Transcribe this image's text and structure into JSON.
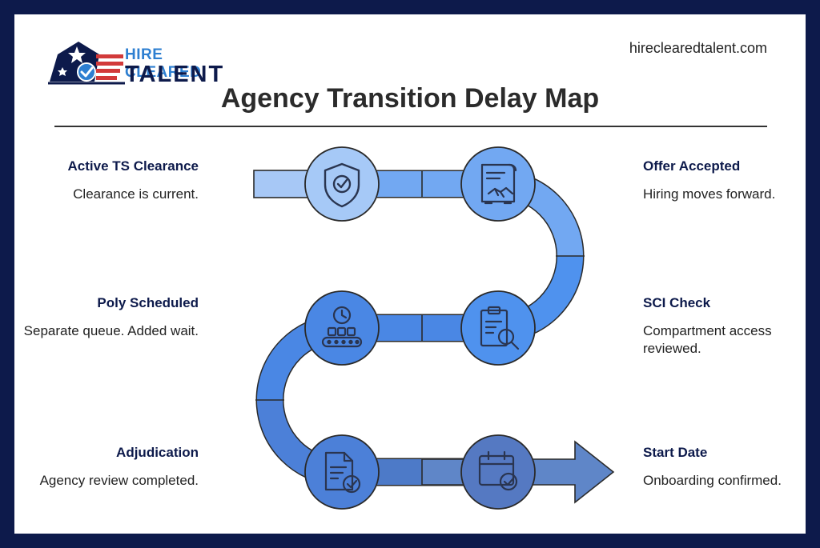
{
  "brand": {
    "line1": "HIRE CLEARED",
    "line2": "TALENT",
    "website": "hireclearedtalent.com",
    "colors": {
      "navy": "#0d1a4b",
      "blue": "#2e7fd1",
      "red": "#d23a3a"
    }
  },
  "title": "Agency Transition Delay Map",
  "steps": [
    {
      "title": "Active TS Clearance",
      "description": "Clearance is current.",
      "icon": "shield-check-icon"
    },
    {
      "title": "Offer Accepted",
      "description": "Hiring moves forward.",
      "icon": "contract-handshake-icon"
    },
    {
      "title": "SCI Check",
      "description": "Compartment access reviewed.",
      "icon": "clipboard-search-icon"
    },
    {
      "title": "Poly Scheduled",
      "description": "Separate queue. Added wait.",
      "icon": "clock-conveyor-icon"
    },
    {
      "title": "Adjudication",
      "description": "Agency review completed.",
      "icon": "document-check-icon"
    },
    {
      "title": "Start Date",
      "description": "Onboarding confirmed.",
      "icon": "calendar-check-icon"
    }
  ]
}
